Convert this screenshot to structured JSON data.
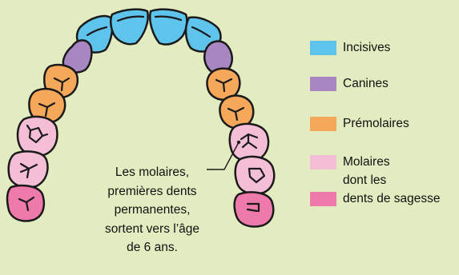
{
  "legend": [
    {
      "label": "Incisives",
      "color": "#5fc4ec"
    },
    {
      "label": "Canines",
      "color": "#a886c2"
    },
    {
      "label": "Prémolaires",
      "color": "#f6a85a"
    },
    {
      "label": "Molaires\ndont les\ndents de sagesse",
      "color": "#f4bfd6",
      "color2": "#ee7aab"
    }
  ],
  "annotation": "Les molaires,\npremières dents\npermanentes,\nsortent vers l’âge\nde 6 ans.",
  "colors": {
    "background": "#e2ecc0",
    "incisor": "#5fc4ec",
    "canine": "#a886c2",
    "premolar": "#f6a85a",
    "molar": "#f4bfd6",
    "wisdom": "#ee7aab"
  }
}
